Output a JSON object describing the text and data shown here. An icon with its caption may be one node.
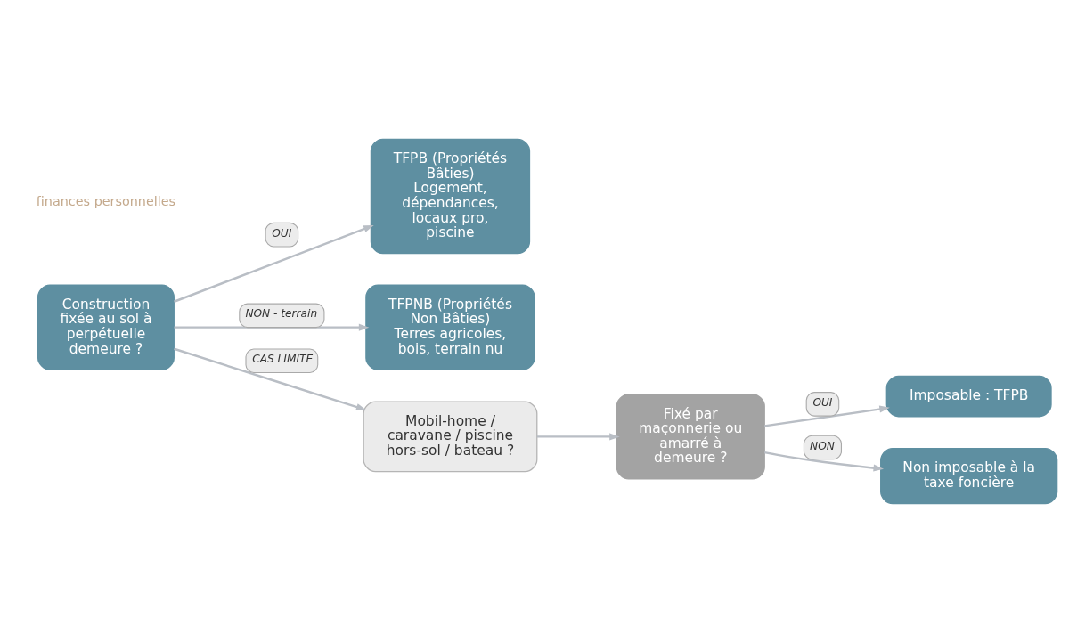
{
  "diagram": {
    "nodes": [
      {
        "text": [
          "Construction fixée au sol à perpétuelle demeure ?"
        ]
      },
      {
        "text": [
          "TFPB (Propriétés Bâties)",
          "Logement, dépendances, locaux pro, piscine"
        ]
      },
      {
        "text": [
          "TFPNB (Propriétés Non Bâties)",
          "Terres agricoles, bois, terrain nu"
        ]
      },
      {
        "text": [
          "Mobil-home / caravane / piscine hors-sol / bateau ?"
        ]
      },
      {
        "text": [
          "Fixé par maçonnerie ou amarré à demeure ?"
        ]
      },
      {
        "text": [
          "Imposable : TFPB"
        ]
      },
      {
        "text": [
          "Non imposable à la taxe foncière"
        ]
      }
    ],
    "edges": [
      {
        "from": 0,
        "to": 1,
        "arrow": "to",
        "label": "OUI"
      },
      {
        "from": 0,
        "to": 2,
        "arrow": "to",
        "label": "NON - terrain"
      },
      {
        "from": 0,
        "to": 3,
        "arrow": "to",
        "label": "CAS LIMITE"
      },
      {
        "from": 3,
        "to": 4,
        "arrow": "to"
      },
      {
        "from": 4,
        "to": 5,
        "arrow": "to",
        "label": "OUI"
      },
      {
        "from": 4,
        "to": 6,
        "arrow": "to",
        "label": "NON"
      }
    ],
    "labels": [
      "finances personnelles"
    ]
  }
}
